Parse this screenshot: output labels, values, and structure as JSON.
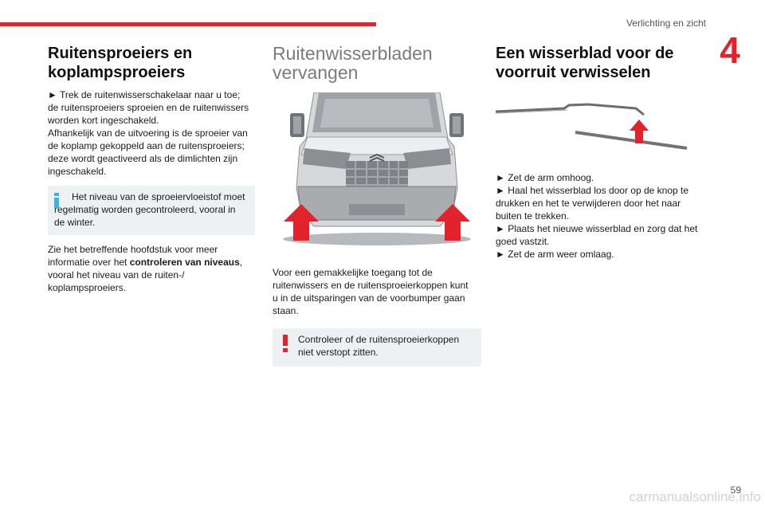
{
  "header": {
    "section_title": "Verlichting en zicht",
    "chapter_number": "4",
    "accent_color": "#e3232c"
  },
  "col1": {
    "title": "Ruitensproeiers en koplampsproeiers",
    "para1": [
      "► Trek de ruitenwisserschakelaar naar u toe;",
      "de ruitensproeiers sproeien en de ruitenwissers",
      "worden kort ingeschakeld.",
      "Afhankelijk van de uitvoering is de sproeier van",
      "de koplamp gekoppeld aan de ruitensproeiers;",
      "deze wordt geactiveerd als de dimlichten zijn",
      "ingeschakeld."
    ],
    "info_note": "Het niveau van de sproeiervloeistof moet regelmatig worden gecontroleerd, vooral in de winter.",
    "para2_part1": "Zie het betreffende hoofdstuk voor meer informatie over het ",
    "para2_bold": "controleren van niveaus",
    "para2_part2": ", vooral het niveau van de ruiten-/ koplampsproeiers."
  },
  "col2": {
    "title": "Ruitenwisserbladen vervangen",
    "text": "Voor een gemakkelijke toegang tot de ruitenwissers en de ruitensproeierkoppen kunt u in de uitsparingen van de voorbumper gaan staan.",
    "warning": "Controleer of de ruitensproeierkoppen niet verstopt zitten."
  },
  "col3": {
    "title": "Een wisserblad voor de voorruit verwisselen",
    "steps": [
      "► Zet de arm omhoog.",
      "► Haal het wisserblad los door op de knop te",
      "drukken en het te verwijderen door het naar",
      "buiten te trekken.",
      "► Plaats het nieuwe wisserblad en zorg dat het",
      "goed vastzit.",
      "► Zet de arm weer omlaag."
    ]
  },
  "footer": {
    "page_number": "59",
    "watermark": "carmanualsonline.info"
  },
  "icons": {
    "info": "info-icon",
    "warning": "warning-icon",
    "arrow": "arrow-up-icon"
  }
}
